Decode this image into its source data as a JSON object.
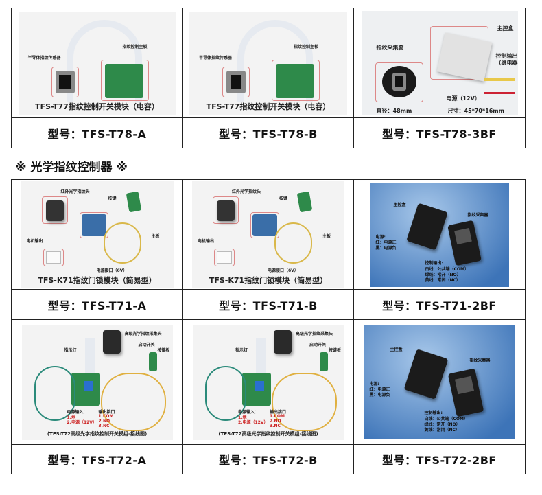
{
  "section_heading": "※  光学指纹控制器  ※",
  "row1": [
    {
      "model": "型号：TFS-T78-A",
      "caption": "TFS-T77指纹控制开关模块（电容）",
      "labels": [
        "半导体指纹传感器",
        "指纹控制主板"
      ]
    },
    {
      "model": "型号：TFS-T78-B",
      "caption": "TFS-T77指纹控制开关模块（电容）",
      "labels": [
        "半导体指纹传感器",
        "指纹控制主板"
      ]
    },
    {
      "model": "型号：TFS-T78-3BF",
      "labels": [
        "主控盒",
        "指纹采集窗",
        "控制输出",
        "（继电器）",
        "电源（12V）",
        "直径：48mm",
        "尺寸：45*70*16mm"
      ]
    }
  ],
  "row2": [
    {
      "model": "型号：TFS-T71-A",
      "caption": "TFS-K71指纹门锁模块（简易型）",
      "labels": [
        "红外光学指纹头",
        "按键",
        "主板",
        "电机输出",
        "电源接口（6V）"
      ]
    },
    {
      "model": "型号：TFS-T71-B",
      "caption": "TFS-K71指纹门锁模块（简易型）",
      "labels": [
        "红外光学指纹头",
        "按键",
        "主板",
        "电机输出",
        "电源接口（6V）"
      ]
    },
    {
      "model": "型号：TFS-T71-2BF",
      "labels": [
        "主控盒",
        "指纹采集器",
        "电源:",
        "红：电源正",
        "黑：电源负",
        "控制输出:",
        "白线：公共端（COM）",
        "绿线：常开（NO）",
        "黄线：常闭（NC）"
      ]
    }
  ],
  "row3": [
    {
      "model": "型号：TFS-T72-A",
      "caption": "(TFS-T72高级光学指纹控制开关模组-接线图)",
      "labels": [
        "高级光学指纹采集头",
        "指示灯",
        "启动开关",
        "按键板",
        "电源输入：",
        "1.地",
        "2.电源（12V）",
        "输出接口：",
        "1.COM",
        "2.NO",
        "3.NC"
      ]
    },
    {
      "model": "型号：TFS-T72-B",
      "caption": "(TFS-T72高级光学指纹控制开关模组-接线图)",
      "labels": [
        "高级光学指纹采集头",
        "指示灯",
        "启动开关",
        "按键板",
        "电源输入：",
        "1.地",
        "2.电源（12V）",
        "输出接口：",
        "1.COM",
        "2.NO",
        "3.NC"
      ]
    },
    {
      "model": "型号：TFS-T72-2BF",
      "labels": [
        "主控盒",
        "指纹采集器",
        "电源:",
        "红：电源正",
        "黑：电源负",
        "控制输出:",
        "白线：公共端（COM）",
        "绿线：常开（NO）",
        "黄线：常闭（NC）"
      ]
    }
  ]
}
